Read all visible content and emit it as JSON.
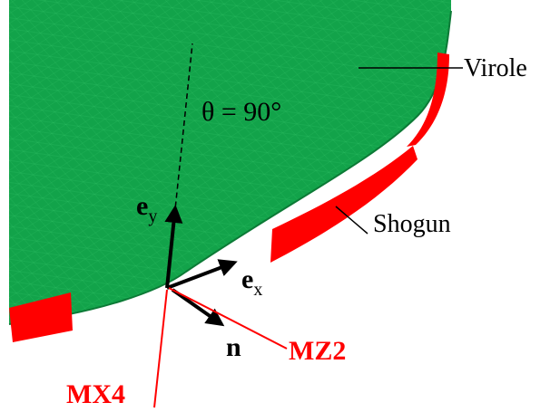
{
  "labels": {
    "theta": "θ = 90°",
    "virole": "Virole",
    "shogun": "Shogun",
    "ey_base": "e",
    "ey_sub": "y",
    "ex_base": "e",
    "ex_sub": "x",
    "n": "n",
    "mz2": "MZ2",
    "mx4": "MX4"
  },
  "colors": {
    "shell": "#12a34a",
    "shell_edge": "#0c7a36",
    "mesh": "#2fbf64",
    "strip": "#ff0000",
    "marker": "#ff0000",
    "vector": "#000000"
  }
}
